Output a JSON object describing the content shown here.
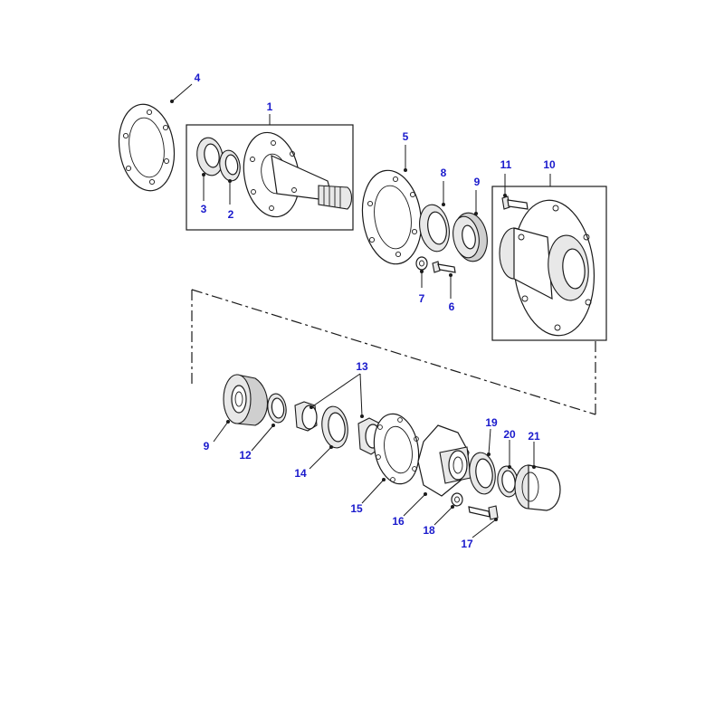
{
  "diagram": {
    "callouts": {
      "c1": "1",
      "c2": "2",
      "c3": "3",
      "c4": "4",
      "c5": "5",
      "c6": "6",
      "c7": "7",
      "c8": "8",
      "c9a": "9",
      "c9b": "9",
      "c10": "10",
      "c11": "11",
      "c12": "12",
      "c13": "13",
      "c14": "14",
      "c15": "15",
      "c16": "16",
      "c17": "17",
      "c18": "18",
      "c19": "19",
      "c20": "20",
      "c21": "21"
    },
    "colors": {
      "callout": "#1a1acc",
      "line": "#1a1a1a"
    }
  }
}
